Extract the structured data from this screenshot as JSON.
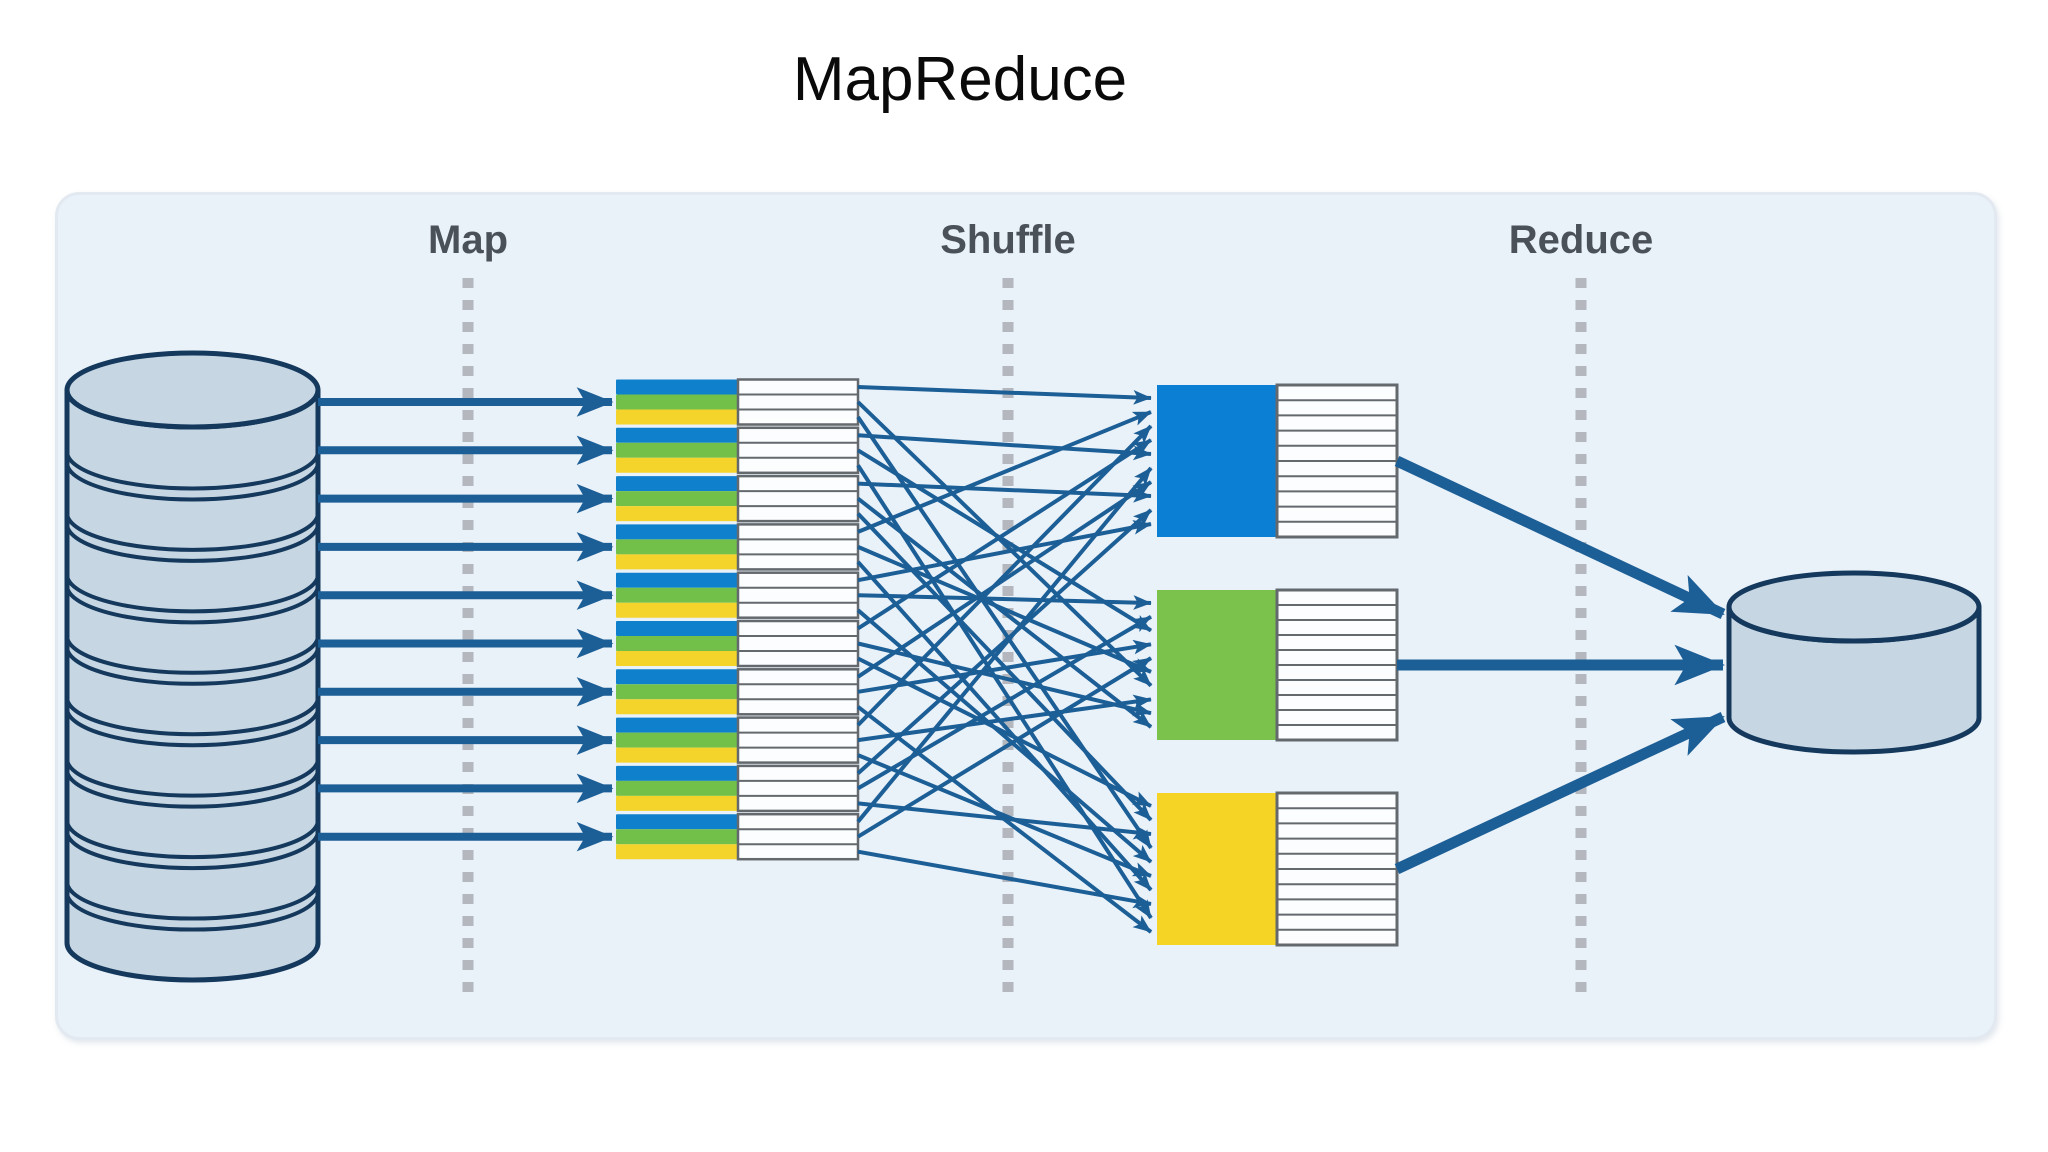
{
  "title": "MapReduce",
  "phases": [
    {
      "label": "Map"
    },
    {
      "label": "Shuffle"
    },
    {
      "label": "Reduce"
    }
  ],
  "input_datastore": {
    "icon": "database-cylinder-icon",
    "disk_segments": 9
  },
  "map_tasks": {
    "count": 10,
    "record_stripe_colors": [
      "#0f80cc",
      "#72c04a",
      "#f4d32b"
    ],
    "output_rows_per_task": 3
  },
  "partitions": [
    {
      "key": "blue",
      "color": "#0b7fd4",
      "rows": 10
    },
    {
      "key": "green",
      "color": "#7ac24c",
      "rows": 10
    },
    {
      "key": "yellow",
      "color": "#f5d426",
      "rows": 10
    }
  ],
  "output_datastore": {
    "icon": "database-cylinder-icon"
  },
  "flows": {
    "input_to_map_arrows": 10,
    "shuffle_lines": 30,
    "reduce_arrows": 3
  },
  "colors": {
    "panel_bg": "#e9f1f9",
    "title_text": "#0a0a0a",
    "label_text": "#4a5158",
    "arrow": "#1c5e96",
    "dotted_line": "#b4b8be",
    "cylinder_fill": "#c7d6e3",
    "cylinder_stroke": "#14395d",
    "block_border": "#64696e",
    "block_fill": "#fbfdff"
  }
}
